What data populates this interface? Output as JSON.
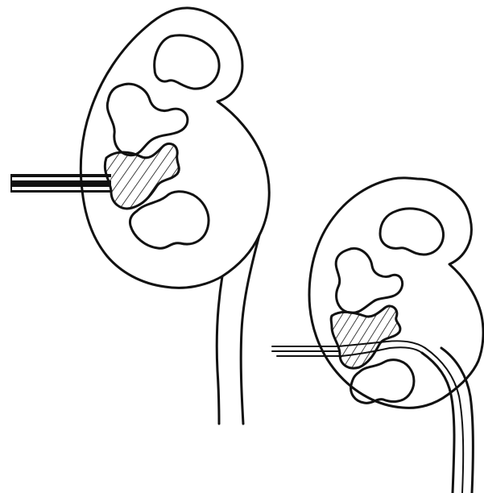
{
  "figure": {
    "background": "#ffffff",
    "ink_color": "#111111",
    "panels": [
      {
        "name": "kidney-large",
        "instrument": "rigid-rod"
      },
      {
        "name": "kidney-small",
        "instrument": "flexible-tube"
      }
    ]
  }
}
